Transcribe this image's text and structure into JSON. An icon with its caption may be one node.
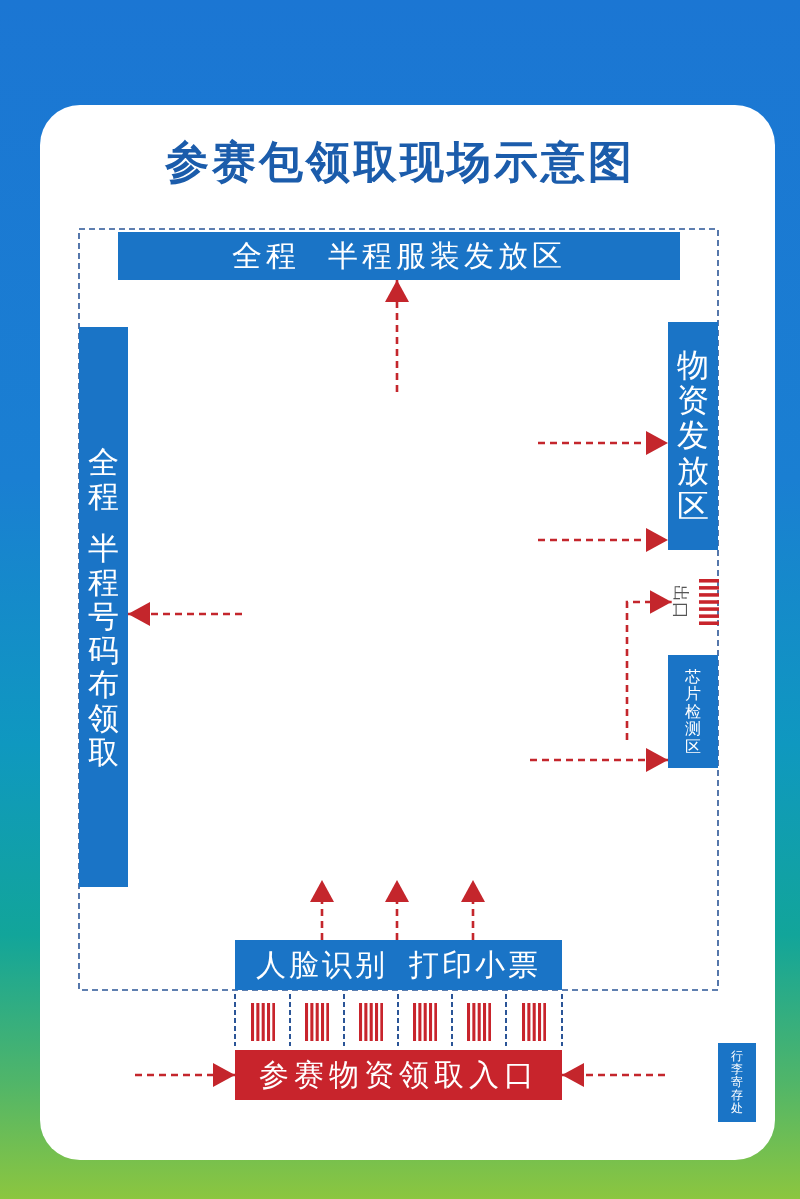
{
  "diagram": {
    "title": "参赛包领取现场示意图",
    "nodes": [
      {
        "text": [
          "全程 半程服装发放区"
        ]
      },
      {
        "text": [
          "全程",
          "半程号码布领取"
        ]
      },
      {
        "text": [
          "物资发放区"
        ]
      },
      {
        "text": [
          "出口"
        ]
      },
      {
        "text": [
          "芯片检测区"
        ]
      },
      {
        "text": [
          "人脸识别 打印小票"
        ]
      },
      {
        "text": [
          "参赛物资领取入口"
        ]
      },
      {
        "text": [
          "行李寄存处"
        ]
      }
    ],
    "edges": [
      {
        "from": null,
        "to": 0,
        "arrow": "to",
        "style": "dashed"
      },
      {
        "from": null,
        "to": 1,
        "arrow": "to",
        "style": "dashed"
      },
      {
        "from": null,
        "to": 2,
        "arrow": "to",
        "style": "dashed"
      },
      {
        "from": null,
        "to": 2,
        "arrow": "to",
        "style": "dashed"
      },
      {
        "from": null,
        "to": 4,
        "arrow": "to",
        "style": "dashed"
      },
      {
        "from": null,
        "to": 3,
        "arrow": "to",
        "style": "dashed"
      },
      {
        "from": 5,
        "to": null,
        "arrow": "to",
        "style": "dashed"
      },
      {
        "from": 5,
        "to": null,
        "arrow": "to",
        "style": "dashed"
      },
      {
        "from": 5,
        "to": null,
        "arrow": "to",
        "style": "dashed"
      },
      {
        "from": null,
        "to": 6,
        "arrow": "to",
        "style": "dashed"
      },
      {
        "from": null,
        "to": 6,
        "arrow": "to",
        "style": "dashed"
      }
    ]
  }
}
